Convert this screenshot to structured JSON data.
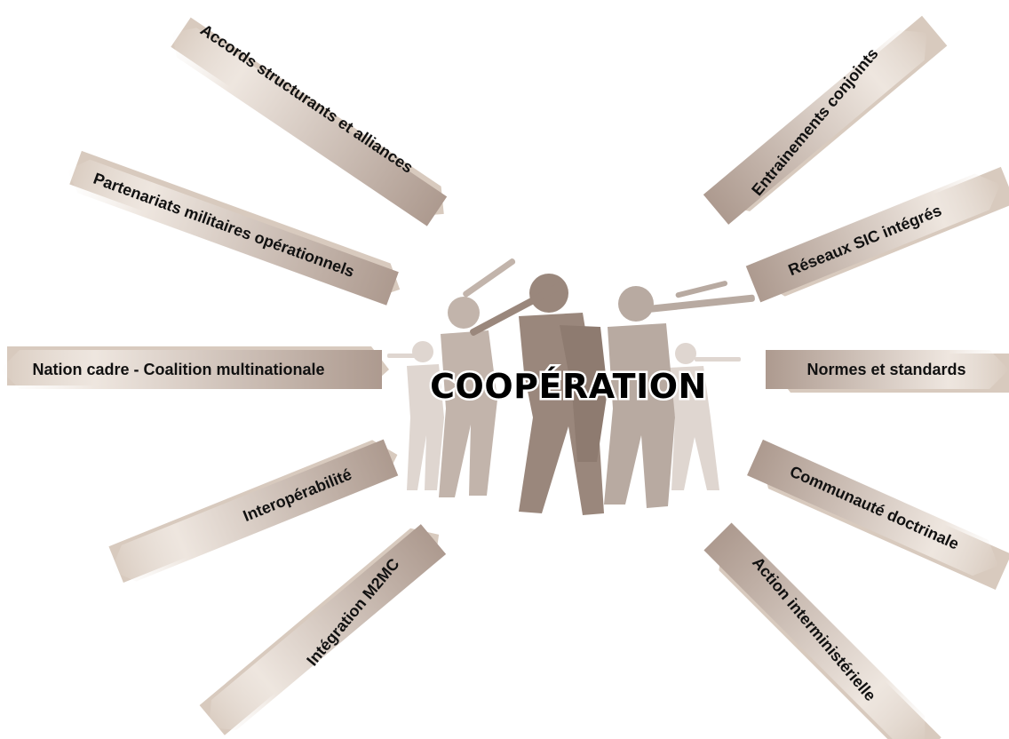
{
  "center": {
    "title": "COOPÉRATION"
  },
  "arrows": [
    {
      "label": "Accords structurants et alliances"
    },
    {
      "label": "Partenariats militaires opérationnels"
    },
    {
      "label": "Nation cadre - Coalition multinationale"
    },
    {
      "label": "Interopérabilité"
    },
    {
      "label": "Intégration M2MC"
    },
    {
      "label": "Entrainements conjoints"
    },
    {
      "label": "Réseaux SIC intégrés"
    },
    {
      "label": "Normes et standards"
    },
    {
      "label": "Communauté doctrinale"
    },
    {
      "label": "Action interministérielle"
    }
  ],
  "colors": {
    "arrow_dark": "#ad9a8f",
    "arrow_light": "#f6f2ee",
    "arrow_tip": "#d8cabe",
    "soldier_dark": "#8e7b70",
    "soldier_mid": "#a99a90",
    "soldier_light": "#d6ccc6"
  }
}
